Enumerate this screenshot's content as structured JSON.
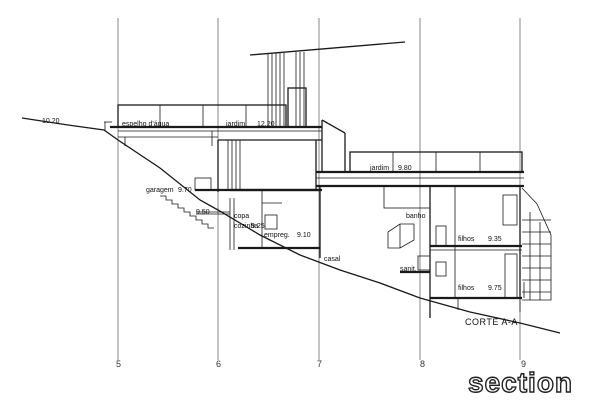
{
  "grid_axes": [
    "5",
    "6",
    "7",
    "8",
    "9"
  ],
  "levels": [
    {
      "key": "l1",
      "text": "10.20"
    },
    {
      "key": "l2",
      "text": "12.20"
    },
    {
      "key": "l3",
      "text": "9.80"
    },
    {
      "key": "l4",
      "text": "9.70"
    },
    {
      "key": "l5",
      "text": "9.50"
    },
    {
      "key": "l6",
      "text": "9.25"
    },
    {
      "key": "l7",
      "text": "9.10"
    },
    {
      "key": "l8",
      "text": "9.35"
    },
    {
      "key": "l9",
      "text": "9.75"
    }
  ],
  "rooms": {
    "espelho": "espelho d'água",
    "jardim_upper": "jardim",
    "jardim_lower": "jardim",
    "garagem": "garagem",
    "copa": "copa",
    "cozinha": "cozinha",
    "empreg": "empreg.",
    "banho": "banho",
    "filhos_upper": "filhos",
    "filhos_lower": "filhos",
    "casal": "casal",
    "sanit": "sanit."
  },
  "section_title": "CORTE A-A",
  "watermark": "section"
}
